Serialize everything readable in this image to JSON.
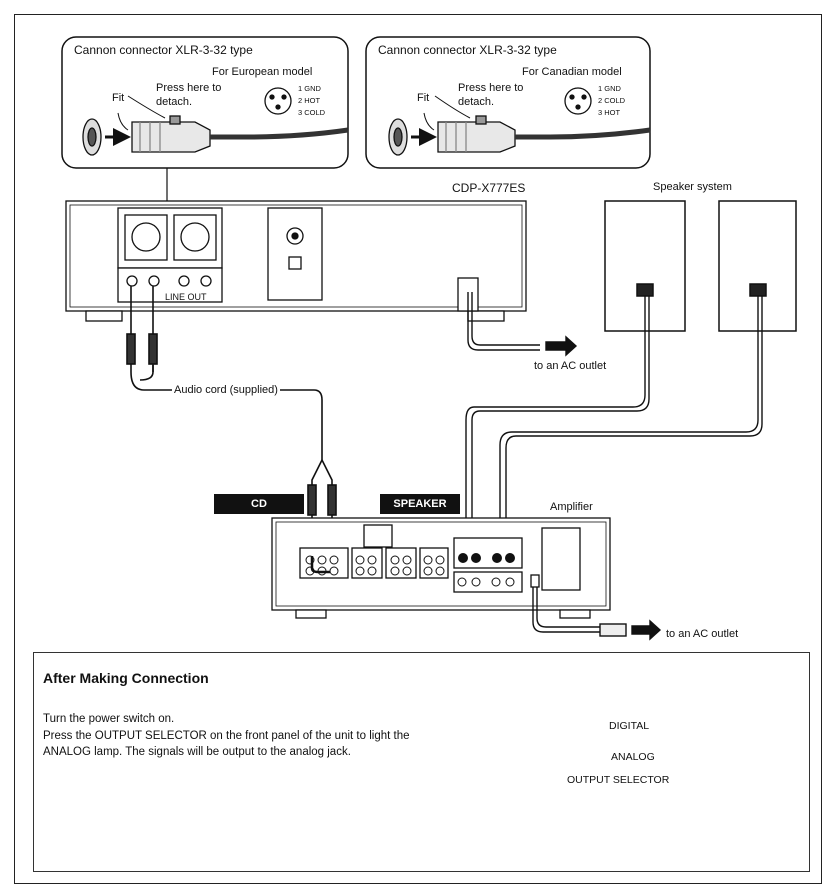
{
  "connector_eu": {
    "title": "Cannon connector XLR-3-32 type",
    "model": "For European model",
    "press": "Press here to",
    "detach": "detach.",
    "fit": "Fit",
    "pins": [
      "1 GND",
      "2 HOT",
      "3 COLD"
    ]
  },
  "connector_ca": {
    "title": "Cannon connector XLR-3-32 type",
    "model": "For Canadian model",
    "press": "Press here to",
    "detach": "detach.",
    "fit": "Fit",
    "pins": [
      "1 GND",
      "2 COLD",
      "3 HOT"
    ]
  },
  "cd_player": {
    "name": "CDP-X777ES",
    "line_out": "LINE OUT"
  },
  "speaker_system": "Speaker system",
  "ac_outlet_1": "to an AC outlet",
  "audio_cord": "Audio cord (supplied)",
  "tags": {
    "cd": "CD",
    "speaker": "SPEAKER"
  },
  "amplifier": "Amplifier",
  "ac_outlet_2": "to an AC outlet",
  "after": {
    "title": "After Making Connection",
    "lines": [
      "Turn the power switch on.",
      "Press the OUTPUT SELECTOR on the front panel of the unit to light the ANALOG lamp. The signals will be output to the analog jack."
    ]
  },
  "selector": {
    "digital": "DIGITAL",
    "analog": "ANALOG",
    "label": "OUTPUT SELECTOR"
  }
}
